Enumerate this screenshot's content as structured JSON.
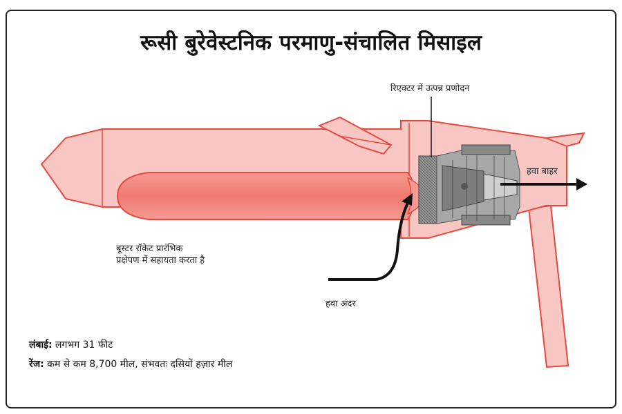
{
  "title": "रूसी बुरेवेस्टनिक परमाणु-संचालित मिसाइल",
  "labels": {
    "reactor_propulsion": "रिएक्टर में उत्पन्न प्रणोदन",
    "air_out": "हवा बाहर",
    "booster_line1": "बूस्टर रॉकेट प्रारंभिक",
    "booster_line2": "प्रक्षेपण में सहायता करता है",
    "air_in": "हवा अंदर"
  },
  "specs": {
    "length_key": "लंबाई:",
    "length_value": "लगभग 31 फीट",
    "range_key": "रेंज:",
    "range_value": "कम से कम 8,700 मील, संभवतः दसियों हज़ार मील"
  },
  "colors": {
    "body_fill": "#f8c6c3",
    "body_stroke": "#e8483e",
    "booster_fill": "#f2837a",
    "reactor_core": "#8a8a8a"
  }
}
